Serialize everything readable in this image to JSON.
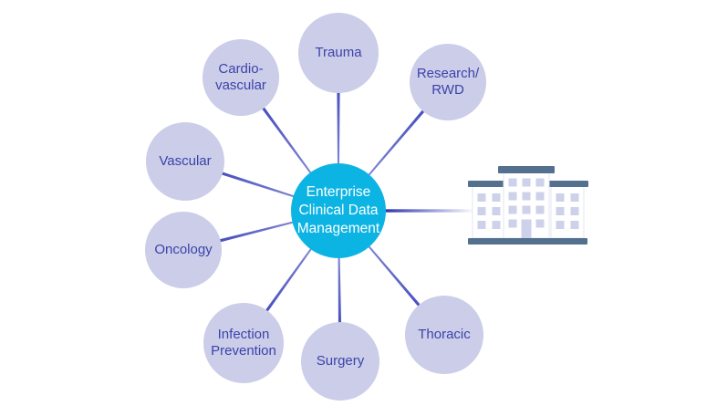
{
  "diagram": {
    "center": {
      "id": "enterprise-clinical-data-management",
      "label": "Enterprise\nClinical Data\nManagement"
    },
    "nodes": [
      {
        "id": "trauma",
        "label": "Trauma"
      },
      {
        "id": "research-rwd",
        "label": "Research/\nRWD"
      },
      {
        "id": "thoracic",
        "label": "Thoracic"
      },
      {
        "id": "surgery",
        "label": "Surgery"
      },
      {
        "id": "infection-prevention",
        "label": "Infection\nPrevention"
      },
      {
        "id": "oncology",
        "label": "Oncology"
      },
      {
        "id": "vascular",
        "label": "Vascular"
      },
      {
        "id": "cardiovascular",
        "label": "Cardio-\nvascular"
      }
    ],
    "icons": [
      {
        "id": "hospital-building",
        "name": "hospital-building-icon"
      }
    ],
    "colors": {
      "background": "#ffffff",
      "hub_fill": "#0cb4e3",
      "hub_text": "#ffffff",
      "node_fill": "#cbcde9",
      "node_text": "#3c43a9",
      "spoke_dark": "#2d36b3",
      "spoke_light": "#a0a4df",
      "building_slate": "#53718e",
      "building_window": "#cdd1ea",
      "building_body": "#ffffff",
      "building_outline": "#e3e7f0"
    }
  }
}
